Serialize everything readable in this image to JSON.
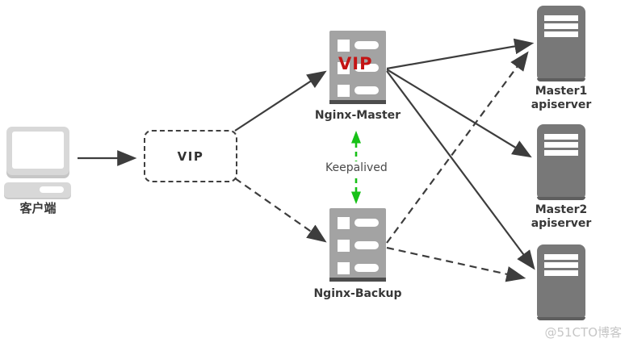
{
  "client": {
    "label": "客户端"
  },
  "vip": {
    "label": "VIP"
  },
  "nginx_master": {
    "label": "Nginx-Master",
    "badge": "VIP"
  },
  "nginx_backup": {
    "label": "Nginx-Backup"
  },
  "keepalived": {
    "label": "Keepalived"
  },
  "apiservers": [
    {
      "name": "Master1",
      "role": "apiserver"
    },
    {
      "name": "Master2",
      "role": "apiserver"
    }
  ],
  "watermark": {
    "text": "@51CTO博客"
  },
  "colors": {
    "arrow": "#3d3d3d",
    "keepalived_green": "#17c117",
    "vip_red": "#c41414",
    "nginx_server_gray": "#a3a3a3",
    "tower_server_gray": "#787878",
    "client_gray": "#d8d8d8"
  }
}
